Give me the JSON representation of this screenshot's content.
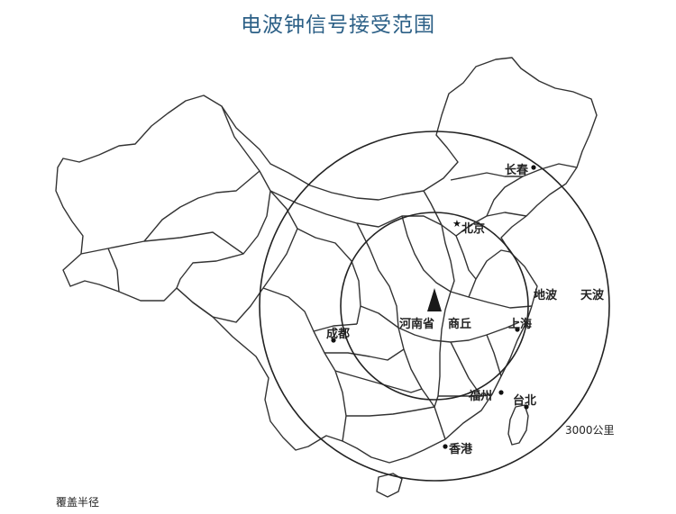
{
  "title": "电波钟信号接受范围",
  "transmitter": {
    "province": "河南省",
    "city": "商丘"
  },
  "ring_labels": {
    "inner": "地波",
    "outer": "天波"
  },
  "cities": [
    {
      "name": "长春"
    },
    {
      "name": "北京"
    },
    {
      "name": "上海"
    },
    {
      "name": "成都"
    },
    {
      "name": "福州"
    },
    {
      "name": "台北"
    },
    {
      "name": "香港"
    }
  ],
  "distance_label": "3000公里",
  "footer_label": "覆盖半径"
}
